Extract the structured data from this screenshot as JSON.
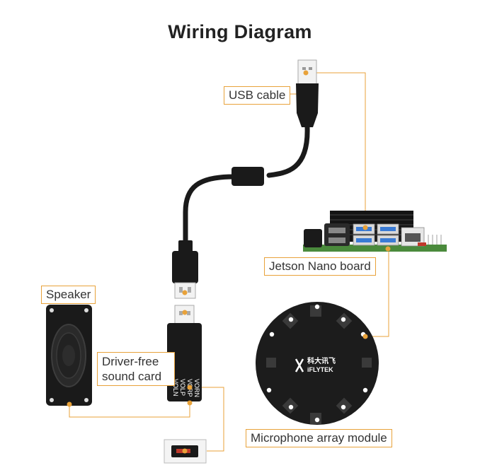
{
  "title": "Wiring Diagram",
  "labels": {
    "usb_cable": "USB cable",
    "jetson_board": "Jetson Nano board",
    "speaker": "Speaker",
    "sound_card_line1": "Driver-free",
    "sound_card_line2": "sound card",
    "microphone_array": "Microphone array module"
  },
  "sound_card_pins": [
    "VORN",
    "VORP",
    "VOLP",
    "VOLN"
  ],
  "mic_logo": {
    "brand_cn": "科大讯飞",
    "brand_en": "iFLYTEK"
  },
  "colors": {
    "accent": "#e8a23a",
    "device": "#1a1a1a",
    "pcb": "#4a8a3c"
  }
}
